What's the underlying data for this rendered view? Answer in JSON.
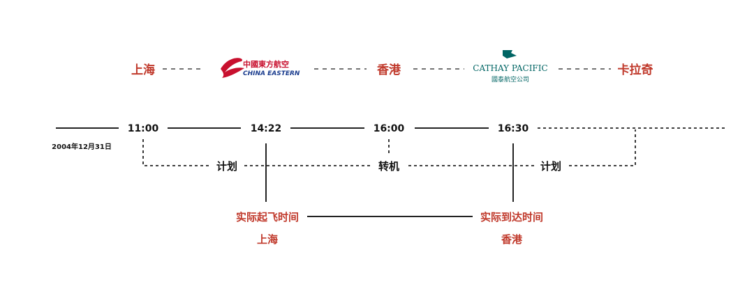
{
  "route": {
    "origin": "上海",
    "transit": "香港",
    "destination": "卡拉奇"
  },
  "airlines": {
    "first": {
      "name_cn": "中國東方航空",
      "name_en": "CHINA EASTERN",
      "accent": "#c8102e",
      "secondary": "#1a3c8e"
    },
    "second": {
      "name_en": "CATHAY PACIFIC",
      "name_cn": "國泰航空公司",
      "accent": "#006564"
    }
  },
  "timeline": {
    "date": "2004年12月31日",
    "times": [
      "11:00",
      "14:22",
      "16:00",
      "16:30"
    ],
    "segment_labels": [
      "计划",
      "转机",
      "计划"
    ]
  },
  "actual": {
    "departure_label": "实际起飞时间",
    "departure_city": "上海",
    "arrival_label": "实际到达时间",
    "arrival_city": "香港"
  },
  "colors": {
    "red": "#c0392b",
    "line": "#222222"
  }
}
